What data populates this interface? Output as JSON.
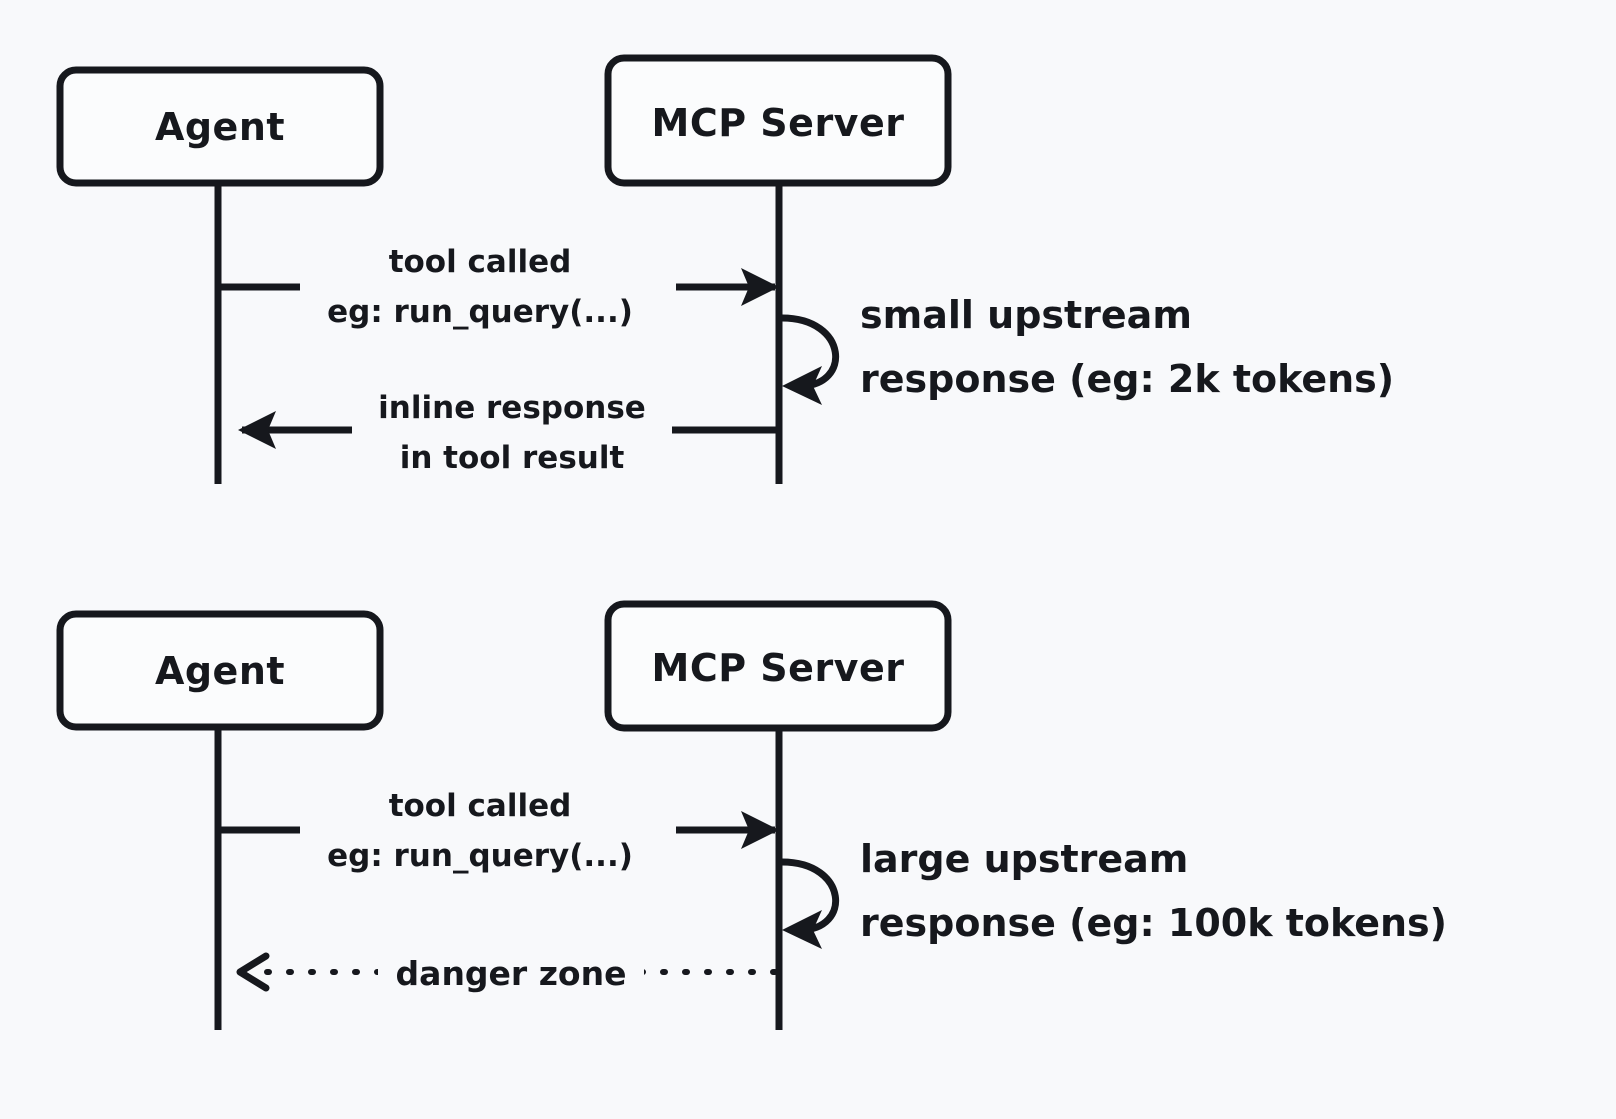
{
  "page": {
    "background_color": "#f8f9fb",
    "ink_color": "#16181d",
    "box_fill": "#fbfcfd"
  },
  "diagrams": [
    {
      "id": "small-response",
      "participants": [
        {
          "name": "agent",
          "label": "Agent"
        },
        {
          "name": "mcp-server",
          "label": "MCP Server"
        }
      ],
      "messages": [
        {
          "name": "tool-call",
          "from": "agent",
          "to": "mcp-server",
          "direction": "right",
          "style": "solid",
          "lines": [
            "tool called",
            "eg: run_query(...)"
          ]
        },
        {
          "name": "self-upstream",
          "from": "mcp-server",
          "to": "mcp-server",
          "direction": "self-loop",
          "style": "solid",
          "lines": [
            "small upstream",
            "response (eg: 2k tokens)"
          ]
        },
        {
          "name": "tool-result",
          "from": "mcp-server",
          "to": "agent",
          "direction": "left",
          "style": "solid",
          "lines": [
            "inline response",
            "in tool result"
          ]
        }
      ]
    },
    {
      "id": "large-response",
      "participants": [
        {
          "name": "agent",
          "label": "Agent"
        },
        {
          "name": "mcp-server",
          "label": "MCP Server"
        }
      ],
      "messages": [
        {
          "name": "tool-call",
          "from": "agent",
          "to": "mcp-server",
          "direction": "right",
          "style": "solid",
          "lines": [
            "tool called",
            "eg: run_query(...)"
          ]
        },
        {
          "name": "self-upstream",
          "from": "mcp-server",
          "to": "mcp-server",
          "direction": "self-loop",
          "style": "solid",
          "lines": [
            "large upstream",
            "response (eg: 100k tokens)"
          ]
        },
        {
          "name": "danger-zone",
          "from": "mcp-server",
          "to": "agent",
          "direction": "left",
          "style": "dotted",
          "lines": [
            "danger zone"
          ]
        }
      ]
    }
  ]
}
